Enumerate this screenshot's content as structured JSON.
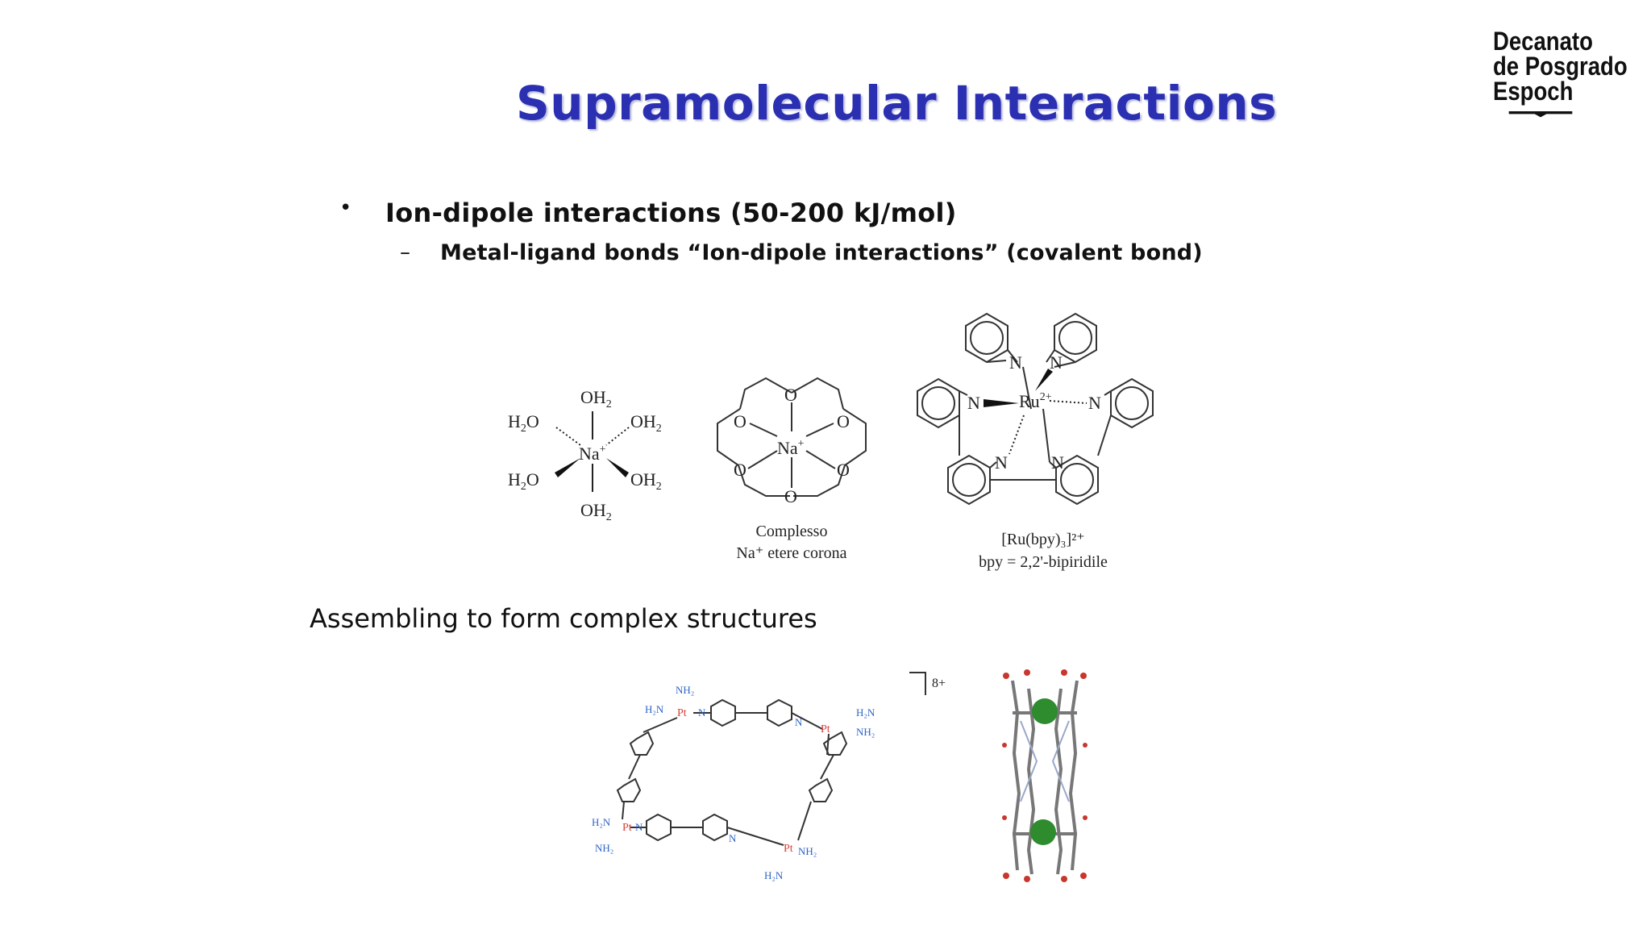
{
  "slide": {
    "title": "Supramolecular Interactions",
    "logo": {
      "line1": "Decanato",
      "line2": "de Posgrado",
      "line3": "Espoch"
    },
    "bullets": [
      {
        "marker": "•",
        "text": "Ion-dipole interactions  (50-200 kJ/mol)"
      },
      {
        "marker": "–",
        "text": "Metal-ligand bonds “Ion-dipole interactions” (covalent bond)"
      }
    ],
    "section_heading": "Assembling to form complex structures"
  },
  "figures": {
    "hydrate": {
      "top": "OH",
      "bottom": "OH",
      "ul": "H",
      "ml": "H",
      "ur": "OH",
      "mr": "OH",
      "center": "Na",
      "sub2": "2",
      "o": "O",
      "plus": "+"
    },
    "crown": {
      "o": "O",
      "center": "Na",
      "plus": "+",
      "caption1": "Complesso",
      "caption2": "Na⁺ etere corona"
    },
    "ru": {
      "n": "N",
      "center": "Ru",
      "charge": "2+",
      "caption1": "[Ru(bpy)₃]²⁺",
      "caption2": "bpy = 2,2'-bipiridile"
    },
    "square": {
      "charge": "8+",
      "pt": "Pt",
      "nh2": "NH₂",
      "h2n": "H₂N",
      "n": "N"
    }
  },
  "colors": {
    "title": "#2b2fb2",
    "pt": "#d8403a",
    "n": "#2e64c8",
    "green": "#2e8b2e",
    "red_atom": "#c8362e"
  }
}
